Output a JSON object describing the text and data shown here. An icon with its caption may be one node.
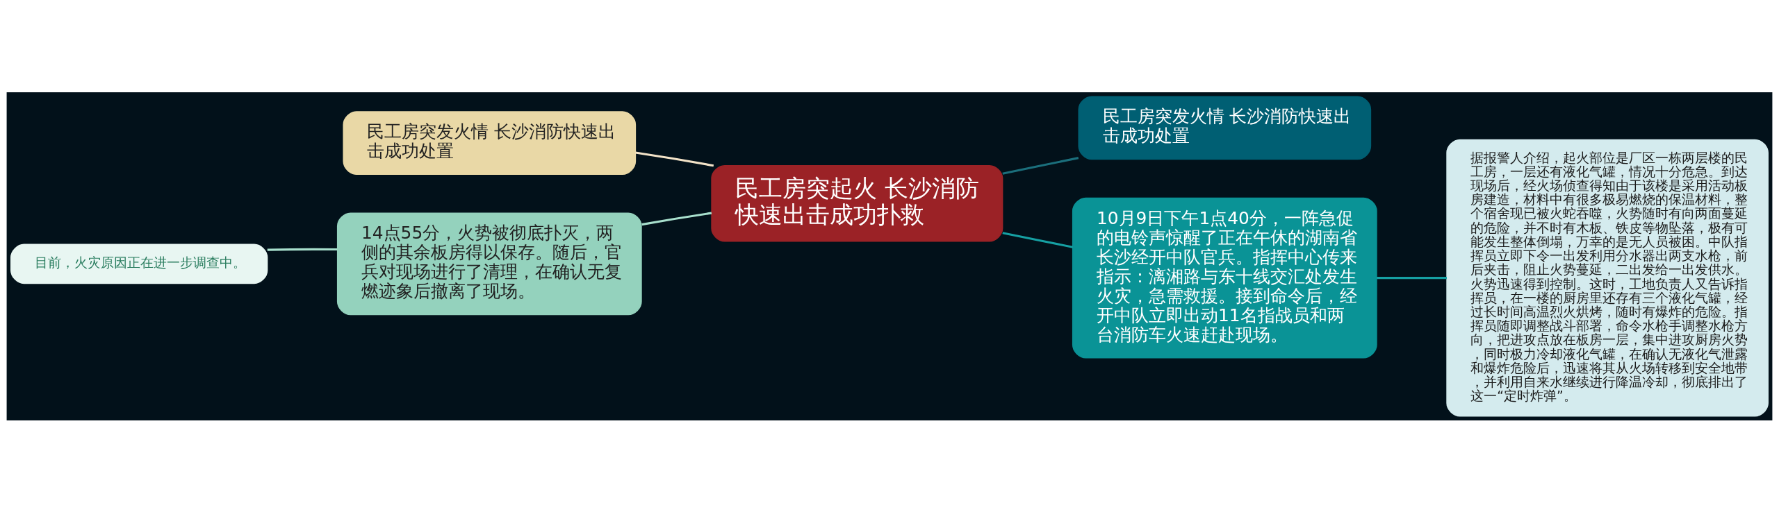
{
  "diagram": {
    "nodes": [
      {
        "text": [
          "民工房突起火 长沙消防快速出击成功扑救"
        ]
      },
      {
        "text": [
          "民工房突发火情 长沙消防快速出击成功处置"
        ]
      },
      {
        "text": [
          "10月9日下午1点40分，一阵急促的电铃声惊醒了正在午休的湖南省长沙经开中队官兵。指挥中心传来指示：漓湘路与东十线交汇处发生火灾，急需救援。接到命令后，经开中队立即出动11名指战员和两台消防车火速赶赴现场。"
        ]
      },
      {
        "text": [
          "据报警人介绍，起火部位是厂区一栋两层楼的民工房，一层还有液化气罐，情况十分危急。到达现场后，经火场侦查得知由于该楼是采用活动板房建造，材料中有很多极易燃烧的保温材料，整个宿舍现已被火蛇吞噬，火势随时有向两面蔓延的危险，并不时有木板、铁皮等物坠落，极有可能发生整体倒塌，万幸的是无人员被困。中队指挥员立即下令一出发利用分水器出两支水枪，前后夹击，阻止火势蔓延，二出发给一出发供水。火势迅速得到控制。这时，工地负责人又告诉指挥员，在一楼的厨房里还存有三个液化气罐，经过长时间高温烈火烘烤，随时有爆炸的危险。指挥员随即调整战斗部署，命令水枪手调整水枪方向，把进攻点放在板房一层，集中进攻厨房火势，同时极力冷却液化气罐，在确认无液化气泄露和爆炸危险后，迅速将其从火场转移到安全地带，并利用自来水继续进行降温冷却，彻底排出了这一“定时炸弹”。"
        ]
      },
      {
        "text": [
          "民工房突发火情 长沙消防快速出击成功处置"
        ]
      },
      {
        "text": [
          "14点55分，火势被彻底扑灭，两侧的其余板房得以保存。随后，官兵对现场进行了清理，在确认无复燃迹象后撤离了现场。"
        ]
      },
      {
        "text": [
          "目前，火灾原因正在进一步调查中。"
        ]
      }
    ],
    "edges": [
      {
        "from": 0,
        "to": 1,
        "arrow": "none",
        "color": "#1b6f7c"
      },
      {
        "from": 0,
        "to": 2,
        "arrow": "none",
        "color": "#16a0a3"
      },
      {
        "from": 2,
        "to": 3,
        "arrow": "none",
        "color": "#16a0a3"
      },
      {
        "from": 0,
        "to": 4,
        "arrow": "none",
        "color": "#f3e3c8"
      },
      {
        "from": 0,
        "to": 5,
        "arrow": "none",
        "color": "#a8e0cd"
      },
      {
        "from": 5,
        "to": 6,
        "arrow": "none",
        "color": "#a8e0cd"
      }
    ]
  }
}
